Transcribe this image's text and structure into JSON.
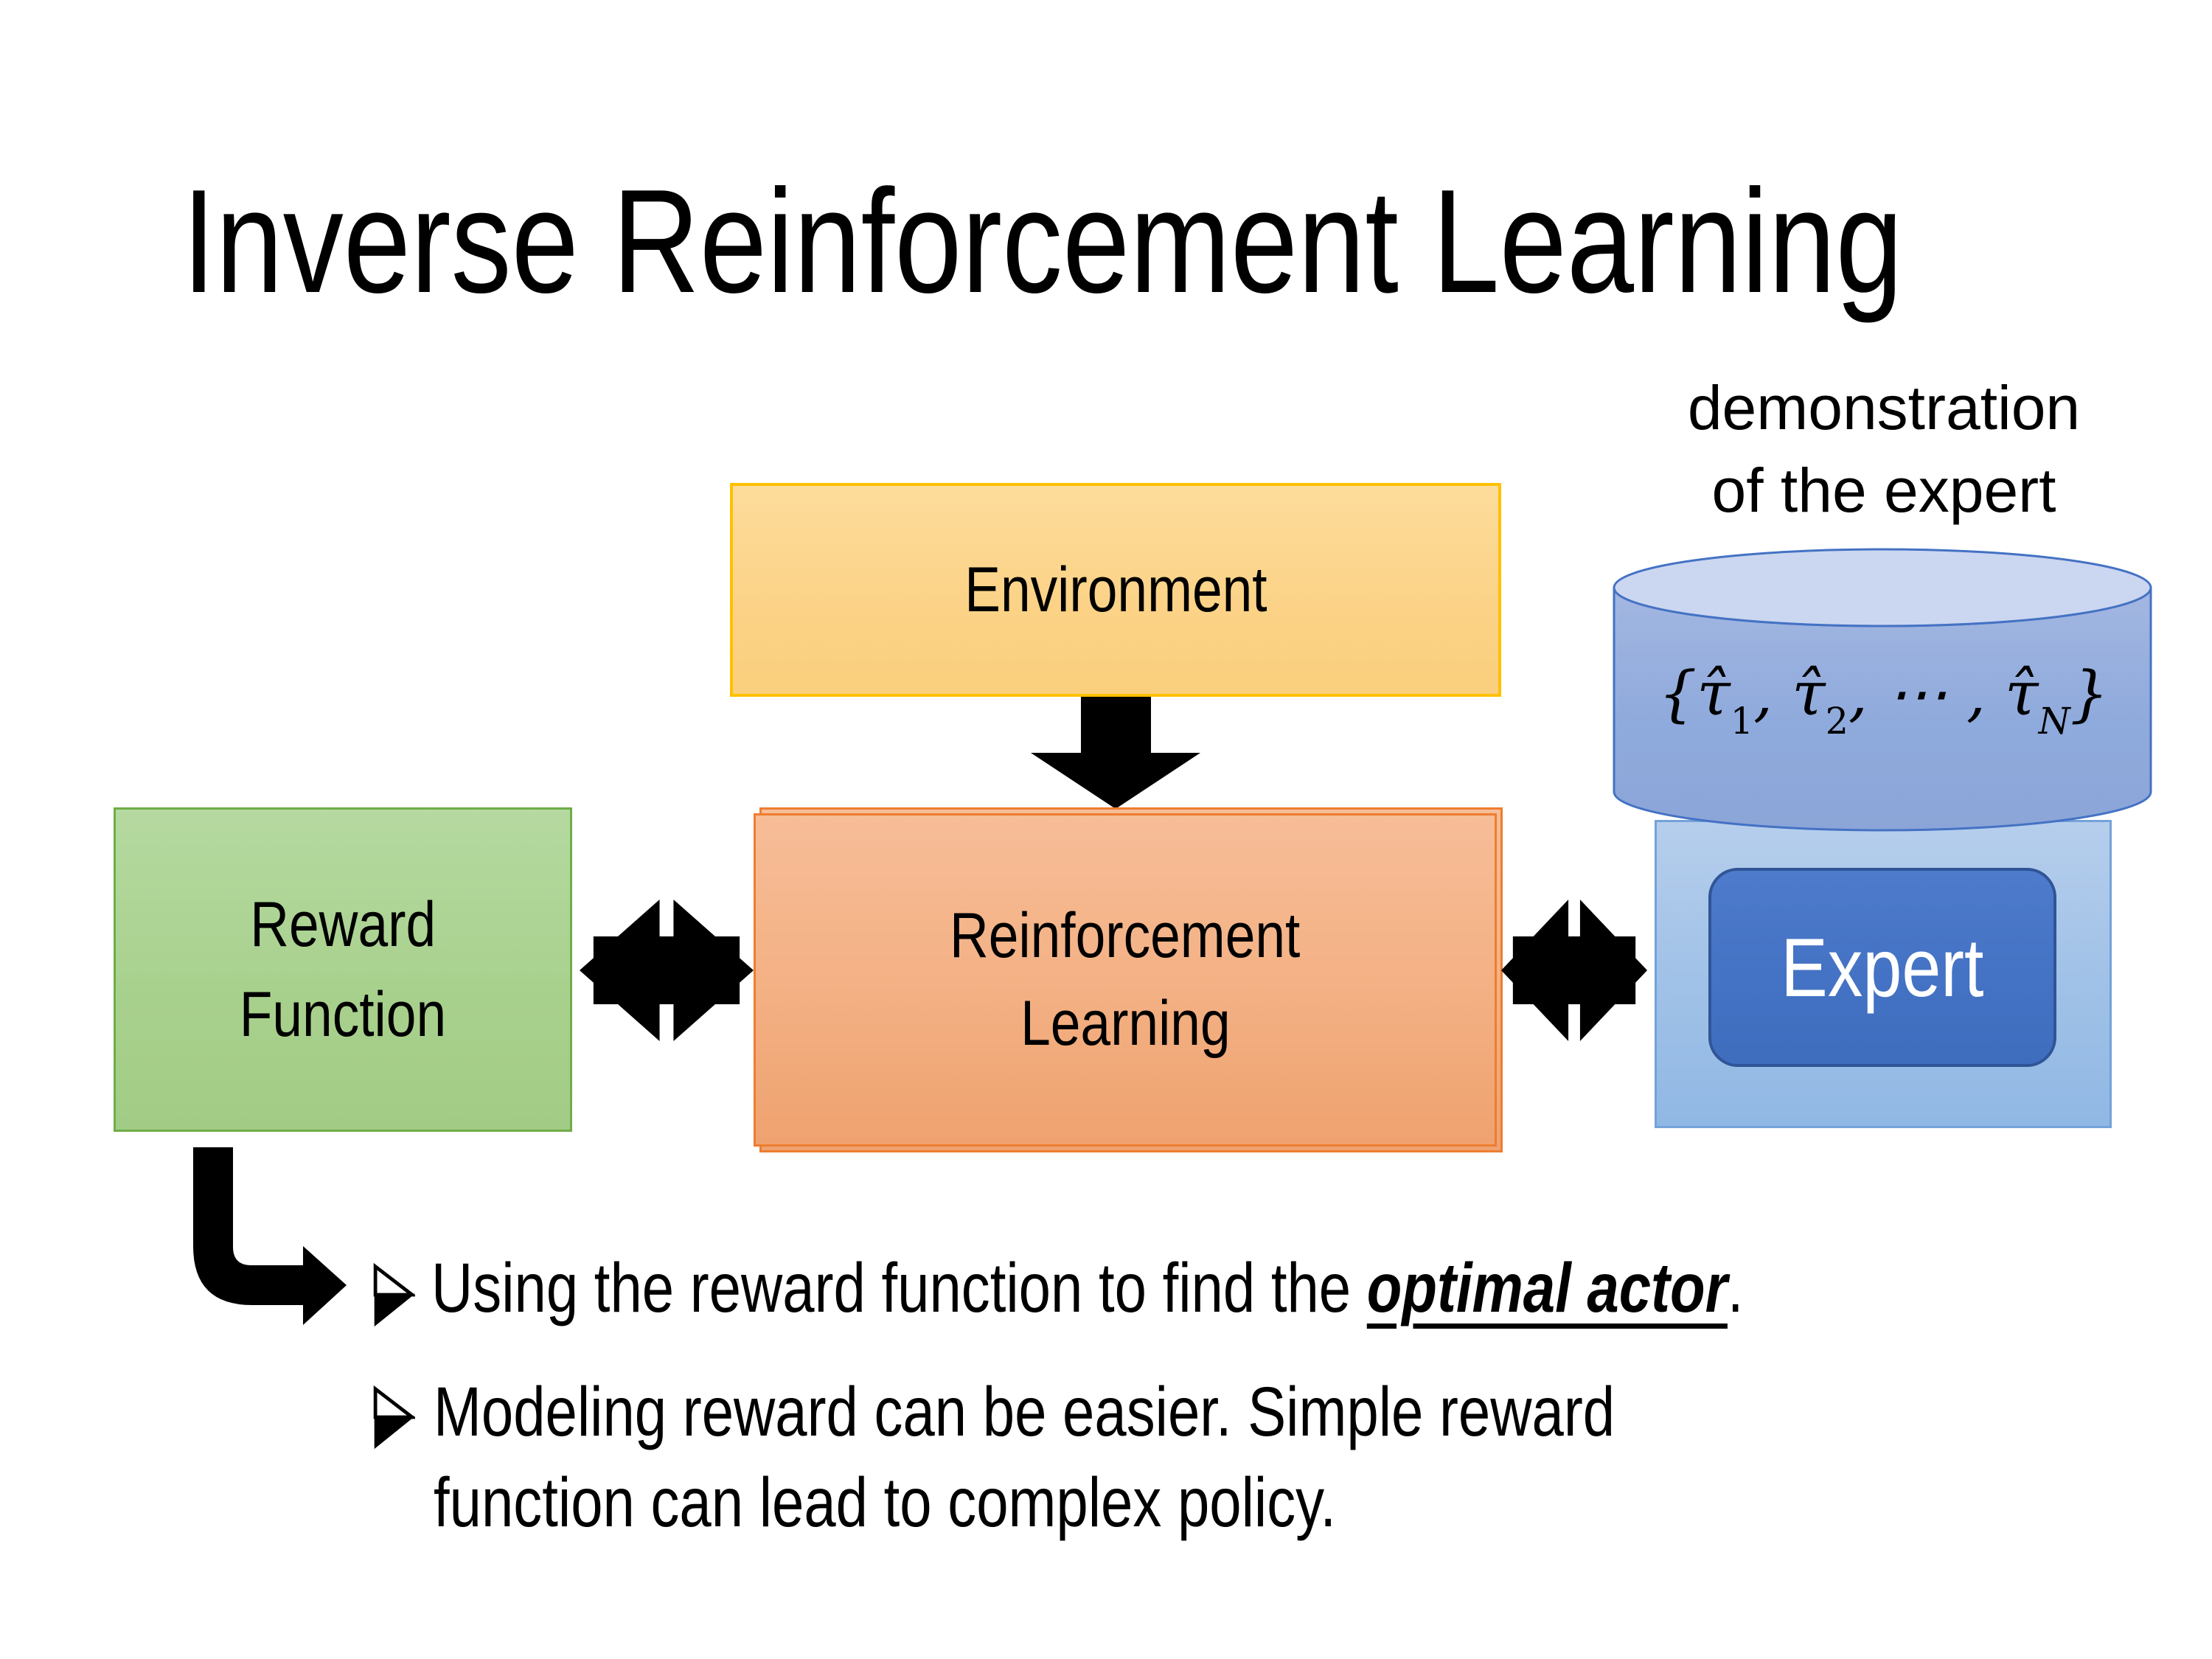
{
  "slide": {
    "title": "Inverse Reinforcement Learning"
  },
  "annotation": {
    "line1": "demonstration",
    "line2": "of the expert"
  },
  "diagram": {
    "environment": {
      "label": "Environment"
    },
    "reward_function": {
      "label_line1": "Reward",
      "label_line2": "Function"
    },
    "reinforcement_learning": {
      "label_line1": "Reinforcement",
      "label_line2": "Learning"
    },
    "expert": {
      "label": "Expert"
    },
    "demonstrations": {
      "parts": [
        "{τ̂",
        "1",
        ", τ̂",
        "2",
        ", ⋯ , τ̂",
        "N",
        "}"
      ]
    }
  },
  "bullets": {
    "item1": {
      "pre": "Using the reward function to find the ",
      "emphasis": "optimal actor",
      "post": "."
    },
    "item2": {
      "line1": "Modeling reward can be easier. Simple reward",
      "line2": "function can lead to complex policy."
    }
  },
  "colors": {
    "environment_fill": "#FBD286",
    "environment_border": "#FFC000",
    "reward_fill": "#A9D18E",
    "reward_border": "#70AD47",
    "rl_fill": "#F4B183",
    "rl_border": "#ED7D31",
    "expert_panel_fill": "#9DC3E6",
    "expert_panel_border": "#74A2D8",
    "expert_box_fill": "#4472C4",
    "expert_box_border": "#2F5597",
    "cylinder_fill": "#8FAADC",
    "cylinder_top_fill": "#CBD6F0",
    "cylinder_border": "#4472C4",
    "arrow_color": "#000000",
    "text_color": "#000000",
    "expert_text_color": "#FFFFFF"
  }
}
